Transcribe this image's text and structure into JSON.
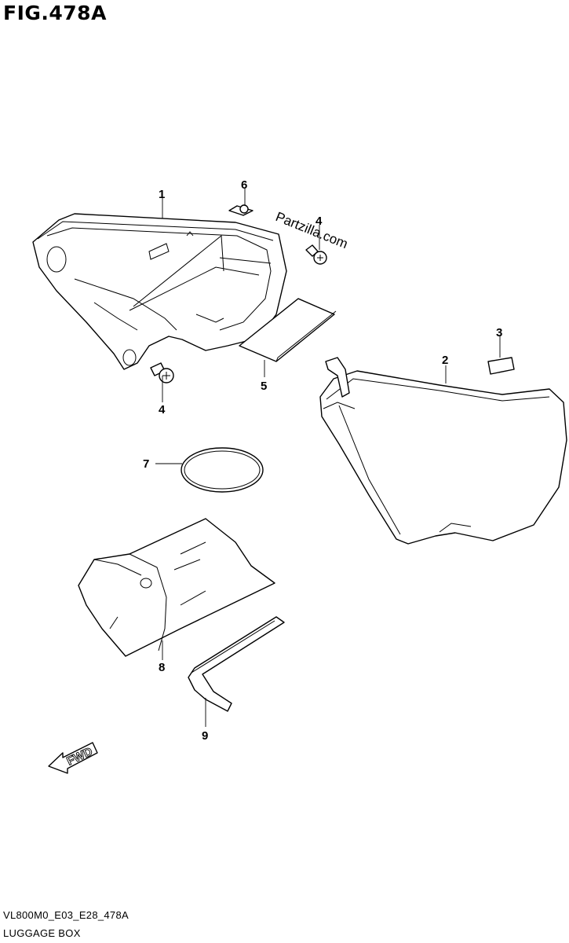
{
  "figure": {
    "title": "FIG.478A",
    "code": "VL800M0_E03_E28_478A",
    "name": "LUGGAGE BOX"
  },
  "watermark": "Partzilla.com",
  "direction_arrow": "FWD",
  "callouts": {
    "p1": "1",
    "p2": "2",
    "p3": "3",
    "p4a": "4",
    "p4b": "4",
    "p5": "5",
    "p6": "6",
    "p7": "7",
    "p8": "8",
    "p9": "9"
  }
}
